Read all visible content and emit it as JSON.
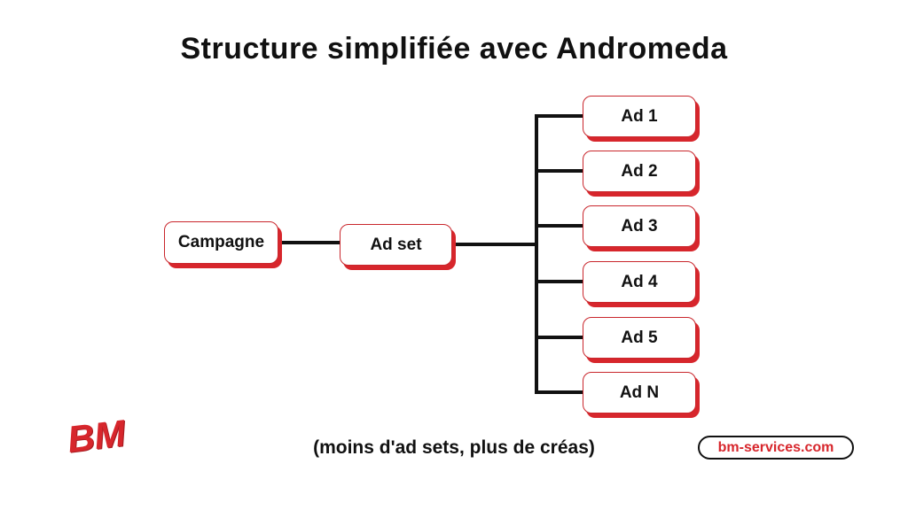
{
  "title": "Structure simplifiée avec Andromeda",
  "diagram": {
    "campaign": {
      "label": "Campagne"
    },
    "adset": {
      "label": "Ad set"
    },
    "ads": [
      {
        "label": "Ad 1"
      },
      {
        "label": "Ad 2"
      },
      {
        "label": "Ad 3"
      },
      {
        "label": "Ad 4"
      },
      {
        "label": "Ad 5"
      },
      {
        "label": "Ad N"
      }
    ]
  },
  "caption": "(moins d'ad sets, plus de créas)",
  "logo": {
    "text": "BM"
  },
  "footer": {
    "site": "bm-services.com"
  },
  "colors": {
    "accent_red": "#d7262c",
    "border_red": "#c9262c",
    "line_black": "#111111",
    "background": "#ffffff"
  }
}
